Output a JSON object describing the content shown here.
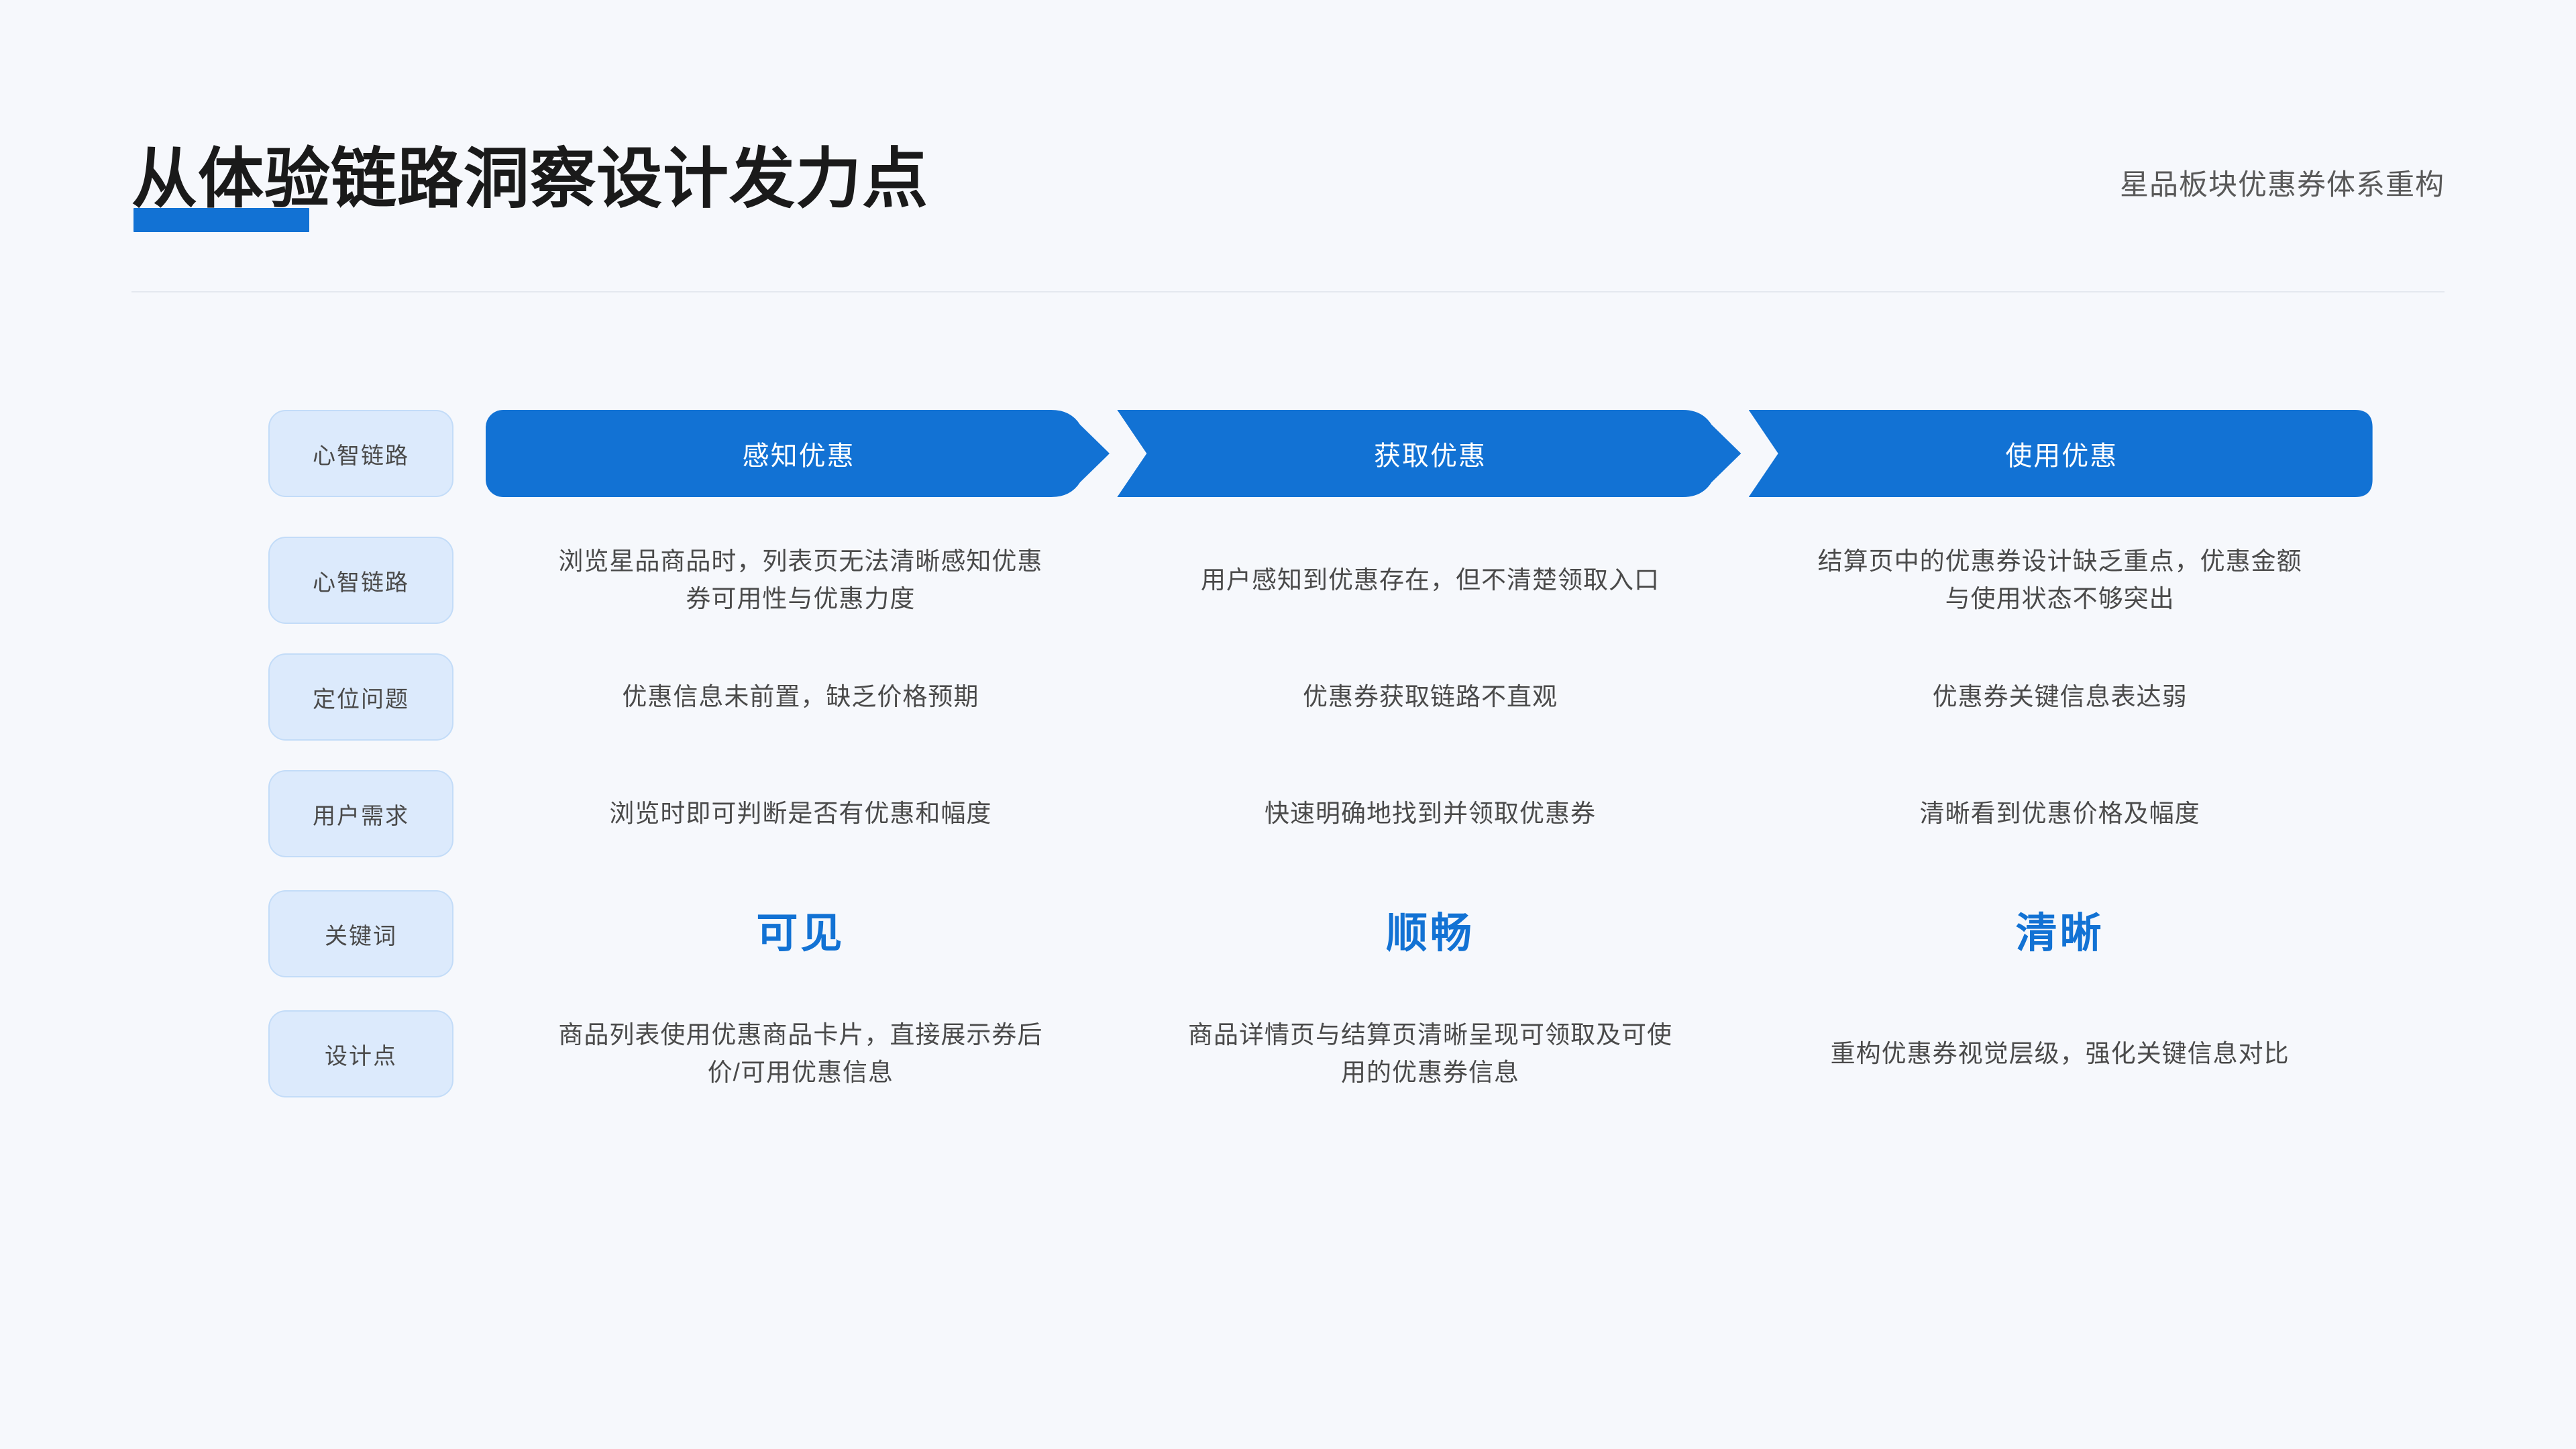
{
  "header": {
    "title": "从体验链路洞察设计发力点",
    "subtitle": "星品板块优惠券体系重构",
    "accent_color": "#1272D4",
    "highlight_bar": "title-underline-accent"
  },
  "stages": [
    {
      "label": "感知优惠"
    },
    {
      "label": "获取优惠"
    },
    {
      "label": "使用优惠"
    }
  ],
  "rows": [
    {
      "label": "心智链路",
      "type": "stage-header",
      "cells": [
        "感知优惠",
        "获取优惠",
        "使用优惠"
      ]
    },
    {
      "label": "心智链路",
      "type": "text",
      "cells": [
        "浏览星品商品时，列表页无法清晰感知优惠券可用性与优惠力度",
        "用户感知到优惠存在，但不清楚领取入口",
        "结算页中的优惠券设计缺乏重点，优惠金额与使用状态不够突出"
      ]
    },
    {
      "label": "定位问题",
      "type": "text",
      "cells": [
        "优惠信息未前置，缺乏价格预期",
        "优惠券获取链路不直观",
        "优惠券关键信息表达弱"
      ]
    },
    {
      "label": "用户需求",
      "type": "text",
      "cells": [
        "浏览时即可判断是否有优惠和幅度",
        "快速明确地找到并领取优惠券",
        "清晰看到优惠价格及幅度"
      ]
    },
    {
      "label": "关键词",
      "type": "keyword",
      "cells": [
        "可见",
        "顺畅",
        "清晰"
      ]
    },
    {
      "label": "设计点",
      "type": "text",
      "cells": [
        "商品列表使用优惠商品卡片，直接展示券后价/可用优惠信息",
        "商品详情页与结算页清晰呈现可领取及可使用的优惠券信息",
        "重构优惠券视觉层级，强化关键信息对比"
      ]
    }
  ]
}
